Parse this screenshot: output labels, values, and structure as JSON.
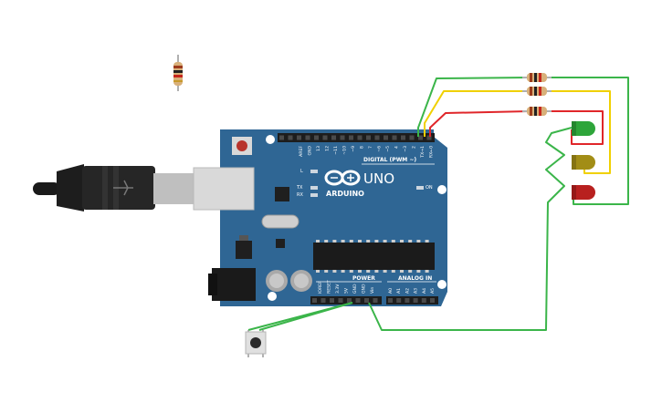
{
  "board": {
    "brand_text": "ARDUINO",
    "model_text": "UNO",
    "digital_label": "DIGITAL (PWM ~)",
    "power_label": "POWER",
    "analog_label": "ANALOG IN",
    "on_label": "ON",
    "l_label": "L",
    "tx_label": "TX",
    "rx_label": "RX",
    "top_pins": [
      "AREF",
      "GND",
      "13",
      "12",
      "~11",
      "~10",
      "~9",
      "8",
      "7",
      "~6",
      "~5",
      "4",
      "~3",
      "2",
      "TX→1",
      "RX←0"
    ],
    "power_pins": [
      "IOREF",
      "RESET",
      "3.3V",
      "5V",
      "GND",
      "GND",
      "Vin"
    ],
    "analog_pins": [
      "A0",
      "A1",
      "A2",
      "A3",
      "A4",
      "A5"
    ]
  },
  "components": {
    "leds": [
      "green",
      "yellow",
      "red"
    ],
    "resistor_count": 4,
    "pushbutton_count": 1
  },
  "colors": {
    "board_blue": "#2f6694",
    "wire_green": "#3bb54a",
    "wire_yellow": "#f0d000",
    "wire_red": "#e0262a",
    "led_green": "#2ea53a",
    "led_yellow": "#a28d16",
    "led_red": "#b8201f"
  }
}
